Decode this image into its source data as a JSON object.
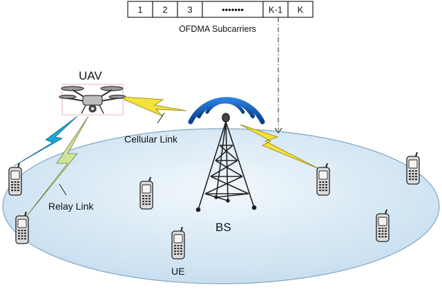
{
  "subcarriers": {
    "cells": [
      "1",
      "2",
      "3",
      "•••••••",
      "K-1",
      "K"
    ],
    "caption": "OFDMA Subcarriers"
  },
  "labels": {
    "uav": "UAV",
    "cellular_link": "Cellular Link",
    "relay_link": "Relay Link",
    "bs": "BS",
    "ue": "UE"
  },
  "colors": {
    "cell_fill_top": "#e9f3fa",
    "cell_fill_bottom": "#c8dff0",
    "cell_edge": "#7fa6c6",
    "bolt_yellow": "#f3e23c",
    "bolt_green": "#cfe39a",
    "wave_blue": "#1d6fd1",
    "phone_body": "#dcdcdc"
  }
}
